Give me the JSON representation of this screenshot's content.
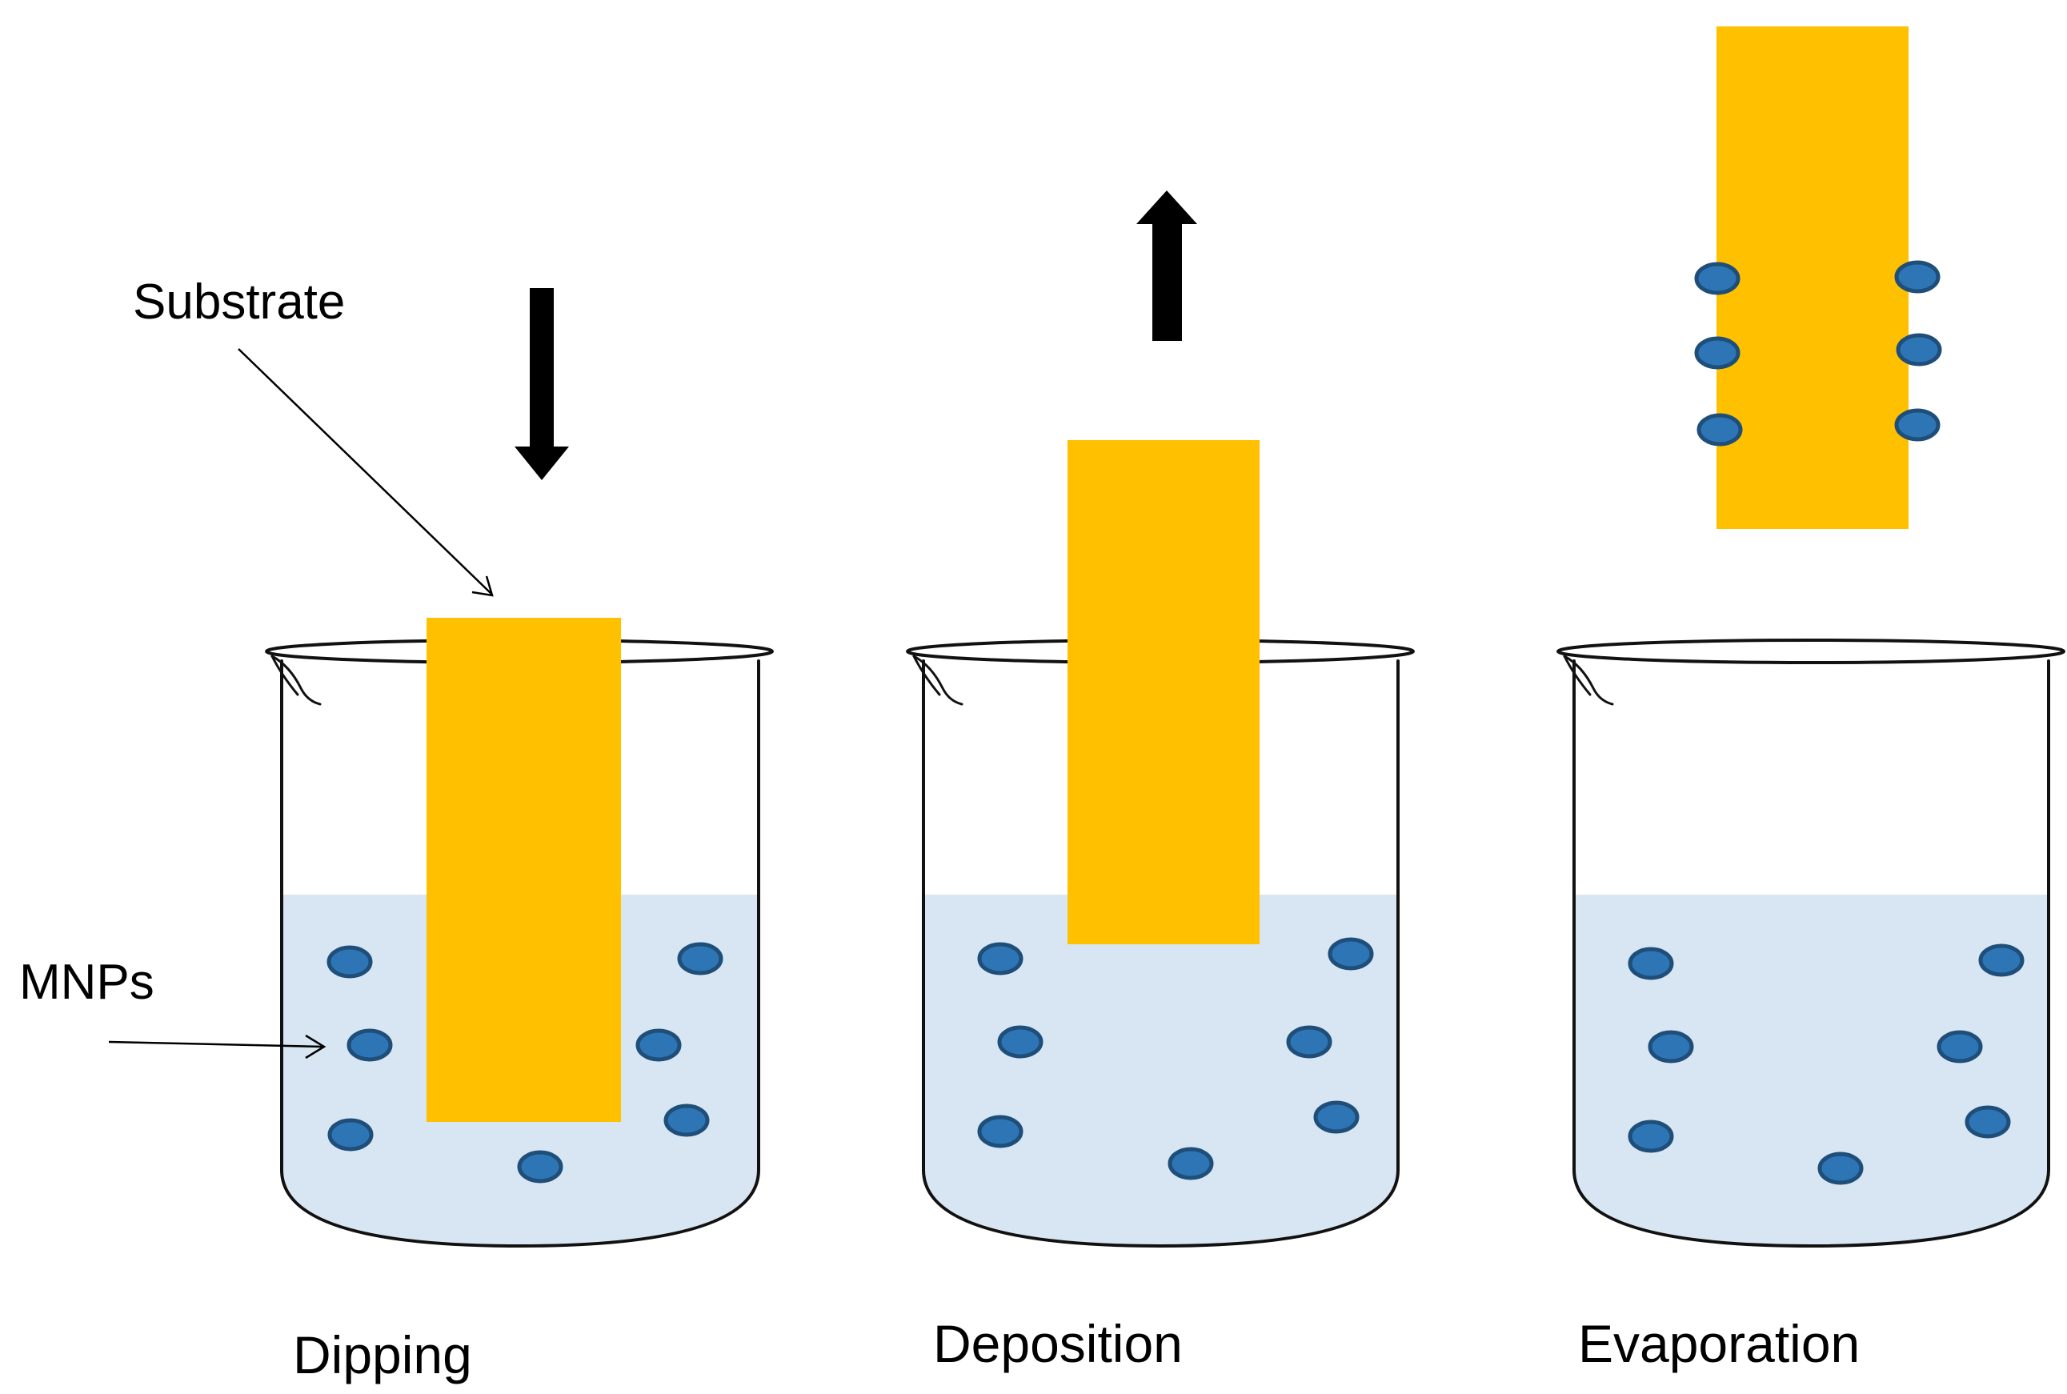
{
  "colors": {
    "substrate": "#FFC000",
    "liquid": "#D7E6F2",
    "nanoparticle_fill": "#2E75B6",
    "nanoparticle_stroke": "#1F4E79",
    "arrow": "#000000",
    "glass": "#111111"
  },
  "annotations": {
    "substrate": "Substrate",
    "mnps": "MNPs"
  },
  "steps": [
    {
      "label": "Dipping",
      "arrow": "down",
      "substrate_state": "immersed"
    },
    {
      "label": "Deposition",
      "arrow": "up",
      "substrate_state": "withdrawing"
    },
    {
      "label": "Evaporation",
      "arrow": "none",
      "substrate_state": "removed-with-particles"
    }
  ]
}
